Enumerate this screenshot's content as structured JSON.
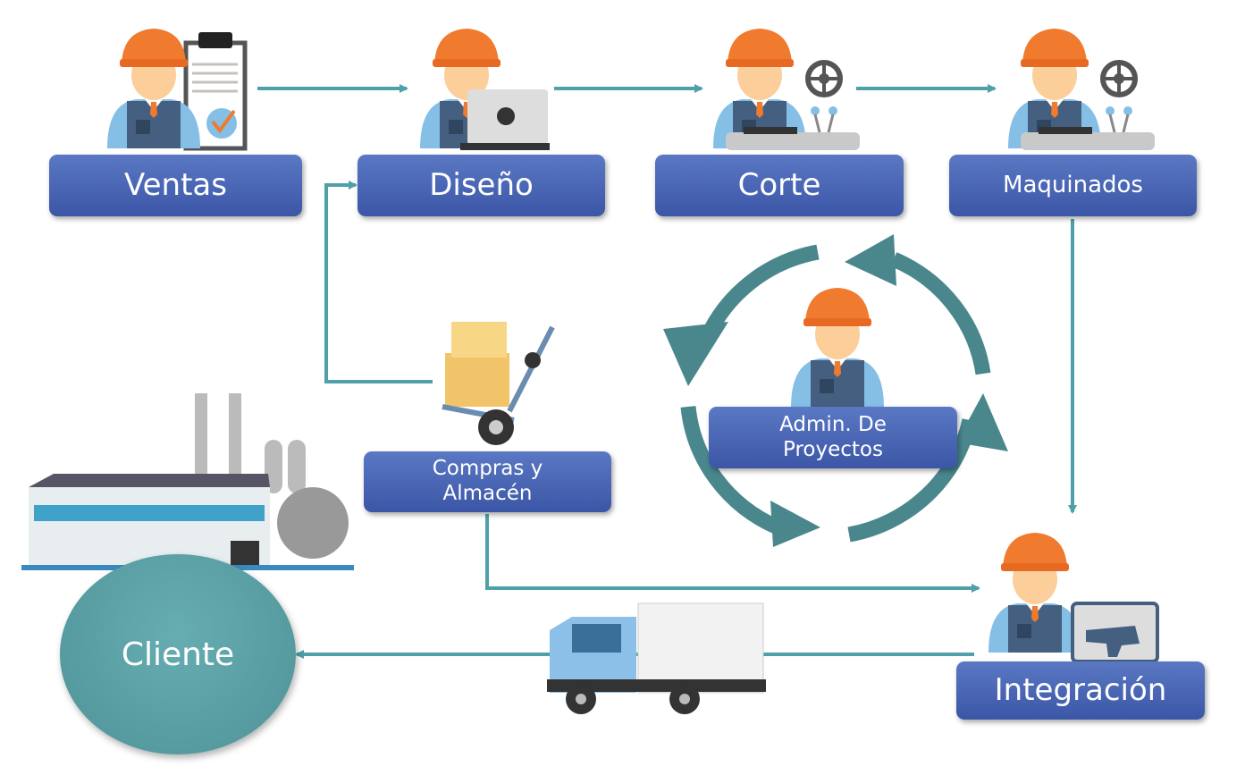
{
  "nodes": {
    "ventas": "Ventas",
    "diseno": "Diseño",
    "corte": "Corte",
    "maquinados": "Maquinados",
    "admin_line1": "Admin. De",
    "admin_line2": "Proyectos",
    "compras_line1": "Compras y",
    "compras_line2": "Almacén",
    "integracion": "Integración",
    "cliente": "Cliente"
  },
  "colors": {
    "box": "#4863b3",
    "arrow": "#4ea1a8",
    "cycle": "#4a878d",
    "cliente": "#5a9ea3",
    "helmet": "#f07a2e"
  }
}
